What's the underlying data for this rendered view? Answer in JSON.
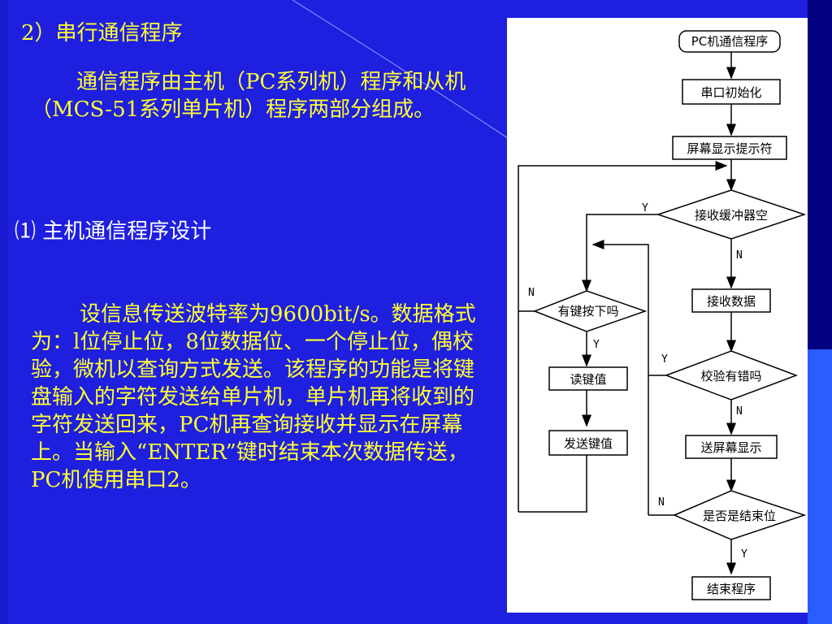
{
  "slide": {
    "section_title": "2）串行通信程序",
    "paragraph_intro": "通信程序由主机（PC系列机）程序和从机（MCS-51系列单片机）程序两部分组成。",
    "subheading": "⑴ 主机通信程序设计",
    "paragraph_detail": "设信息传送波特率为9600bit/s。数据格式为：l位停止位，8位数据位、一个停止位，偶校验，微机以查询方式发送。该程序的功能是将键盘输入的字符发送给单片机，单片机再将收到的字符发送回来，PC机再查询接收并显示在屏幕上。当输入“ENTER”键时结束本次数据传送，PC机使用串口2。",
    "colors": {
      "background": "#1f1fe0",
      "text": "#ffff33",
      "heading_white": "#ffffff",
      "accent_dark": "#000080",
      "accent_light": "#2a5cff"
    }
  },
  "flowchart": {
    "start": "PC机通信程序",
    "init": "串口初始化",
    "prompt": "屏幕显示提示符",
    "recv_empty": "接收缓冲器空",
    "key_pressed": "有键按下吗",
    "receive": "接收数据",
    "read_key": "读键值",
    "check_error": "校验有错吗",
    "send_key": "发送键值",
    "send_display": "送屏幕显示",
    "is_end": "是否是结束位",
    "end": "结束程序",
    "labels": {
      "yes": "Y",
      "no": "N"
    }
  }
}
